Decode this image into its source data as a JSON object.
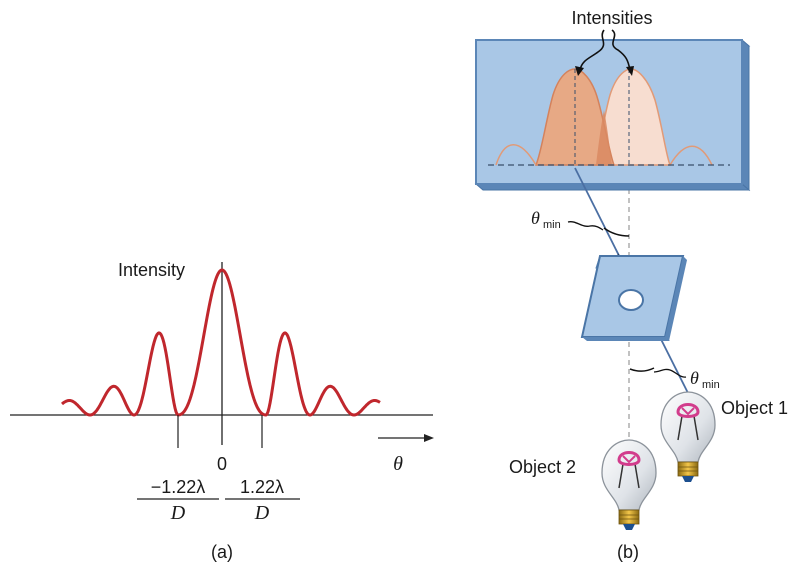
{
  "panel_a": {
    "y_label": "Intensity",
    "zero_label": "0",
    "minus_numerator": "−1.22λ",
    "minus_denominator": "D",
    "plus_numerator": "1.22λ",
    "plus_denominator": "D",
    "theta_label": "θ",
    "caption": "(a)"
  },
  "panel_b": {
    "intensities_label": "Intensities",
    "theta_min_upper": {
      "symbol": "θ",
      "subscript": "min"
    },
    "theta_min_lower": {
      "symbol": "θ",
      "subscript": "min"
    },
    "object1_label": "Object 1",
    "object2_label": "Object 2",
    "caption": "(b)"
  },
  "colors": {
    "curve": "#c0272d",
    "screen_face": "#a9c7e6",
    "screen_edge": "#5b86b7",
    "intensity_dark": "#e7a985",
    "intensity_light": "#f7ddd0",
    "bulb_filament": "#d23c8c",
    "bulb_base": "#e9b338"
  }
}
